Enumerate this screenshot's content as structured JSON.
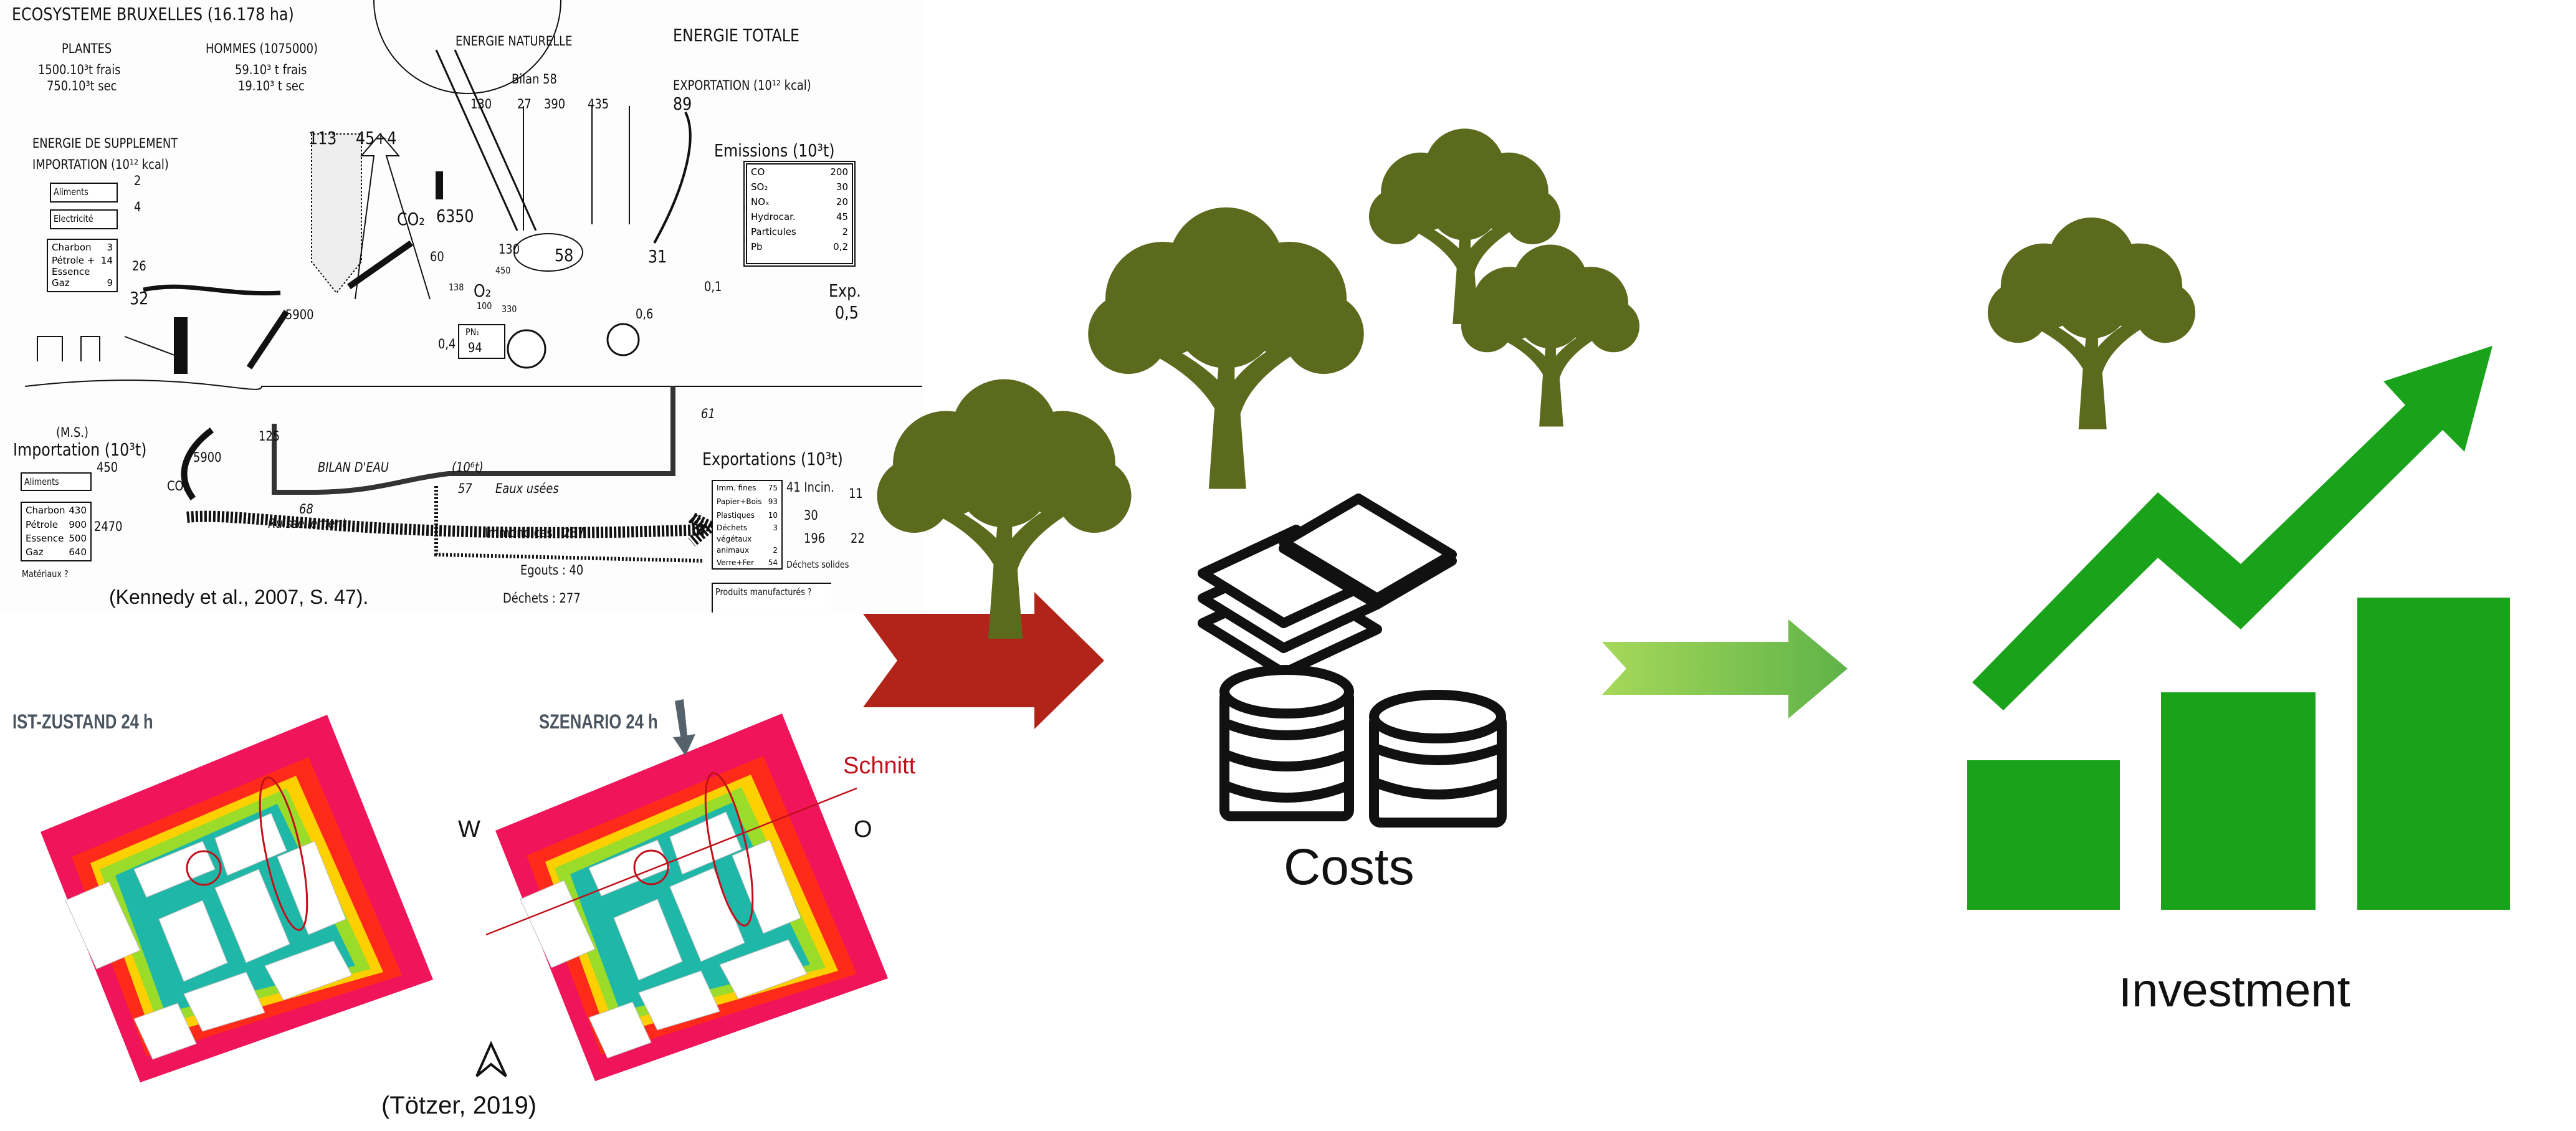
{
  "diagram": {
    "title": "ECOSYSTEME  BRUXELLES (16.178 ha)",
    "plantes": {
      "label": "PLANTES",
      "frais": "1500.10³t  frais",
      "sec": "750.10³t  sec"
    },
    "hommes": {
      "label": "HOMMES (1075000)",
      "frais": "59.10³ t  frais",
      "sec": "19.10³ t  sec"
    },
    "energie_naturelle": "ENERGIE  NATURELLE",
    "energie_totale": "ENERGIE  TOTALE",
    "bilan": "Bilan  58",
    "exportation_kcal": "EXPORTATION (10¹² kcal)",
    "top_numbers": [
      "130",
      "27",
      "390",
      "435",
      "89"
    ],
    "supplement": "ENERGIE  DE  SUPPLEMENT",
    "importation_kcal": "IMPORTATION (10¹² kcal)",
    "n113": "113",
    "n45": "45+4",
    "import_energy": [
      {
        "label": "Aliments",
        "value": "2"
      },
      {
        "label": "Electricité",
        "value": "4"
      }
    ],
    "fuels": [
      {
        "label": "Charbon",
        "value": "3"
      },
      {
        "label": "Pétrole +",
        "value": "14"
      },
      {
        "label": "Essence",
        "value": ""
      },
      {
        "label": "Gaz",
        "value": "9"
      }
    ],
    "fuels_total": "26",
    "n32": "32",
    "co2": "CO₂",
    "n6350": "6350",
    "n60": "60",
    "n138": "138",
    "o2": "O₂",
    "n100": "100",
    "n330": "330",
    "n130": "130",
    "n58": "58",
    "n450": "450",
    "n31": "31",
    "n01": "0,1",
    "exp": "Exp.",
    "n05": "0,5",
    "n06": "0,6",
    "n5900": "5900",
    "pn_label": "PN₁",
    "pn_value": "94",
    "n04": "0,4",
    "emissions": {
      "title": "Emissions (10³t)",
      "rows": [
        {
          "label": "CO",
          "value": "200"
        },
        {
          "label": "SO₂",
          "value": "30"
        },
        {
          "label": "NOₓ",
          "value": "20"
        },
        {
          "label": "Hydrocar.",
          "value": "45"
        },
        {
          "label": "Particules",
          "value": "2"
        },
        {
          "label": "Pb",
          "value": "0,2"
        }
      ]
    },
    "water": {
      "n125": "125",
      "title": "BILAN  D'EAU",
      "unit": "(10⁶t)",
      "n57": "57",
      "eaux": "Eaux usées",
      "n68": "68",
      "ruissellement": "Ruissellement",
      "n61": "61"
    },
    "ms": "(M.S.)",
    "importation_t": "Importation (10³t)",
    "n5900b": "5900",
    "co2b": "CO₂",
    "aliments_t": {
      "label": "Aliments",
      "value": "450"
    },
    "fuels_t": [
      {
        "label": "Charbon",
        "value": "430"
      },
      {
        "label": "Pétrole",
        "value": "900"
      },
      {
        "label": "Essence",
        "value": "500"
      },
      {
        "label": "Gaz",
        "value": "640"
      }
    ],
    "fuels_t_total": "2470",
    "materiaux": "Matériaux ?",
    "exportations": {
      "title": "Exportations (10³t)",
      "rows": [
        {
          "label": "Imm. fines",
          "value": "75"
        },
        {
          "label": "Papier+Bois",
          "value": "93"
        },
        {
          "label": "Plastiques",
          "value": "10"
        },
        {
          "label": "Déchets végétaux",
          "value": "3"
        },
        {
          "label": "animaux",
          "value": "2"
        },
        {
          "label": "Verre+Fer",
          "value": "54"
        }
      ],
      "incin": "41 Incin.",
      "n11": "11",
      "n30": "30",
      "n196": "196",
      "n22": "22",
      "solides": "Déchets solides"
    },
    "immondices": "Immondices : 237",
    "egouts": "Egouts : 40",
    "dechets": "Déchets : 277",
    "produits": "Produits manufacturés ?",
    "caption": "(Kennedy et al., 2007, S. 47)."
  },
  "maps": {
    "left_label": "IST-ZUSTAND  24 h",
    "right_label": "SZENARIO  24 h",
    "schnitt": "Schnitt",
    "west": "W",
    "east": "O",
    "caption": "(Tötzer, 2019)",
    "heat_colors": [
      "#f0145a",
      "#ff2a1a",
      "#ffd000",
      "#9bdc2a",
      "#1fb8a8",
      "#2aa0e0"
    ]
  },
  "costs_label": "Costs",
  "investment_label": "Investment",
  "colors": {
    "tree": "#5b6a1d",
    "red_arrow": "#b2241a",
    "green_arrow_start": "#a6d85a",
    "green_arrow_end": "#5fb349",
    "growth": "#1aa31a"
  }
}
